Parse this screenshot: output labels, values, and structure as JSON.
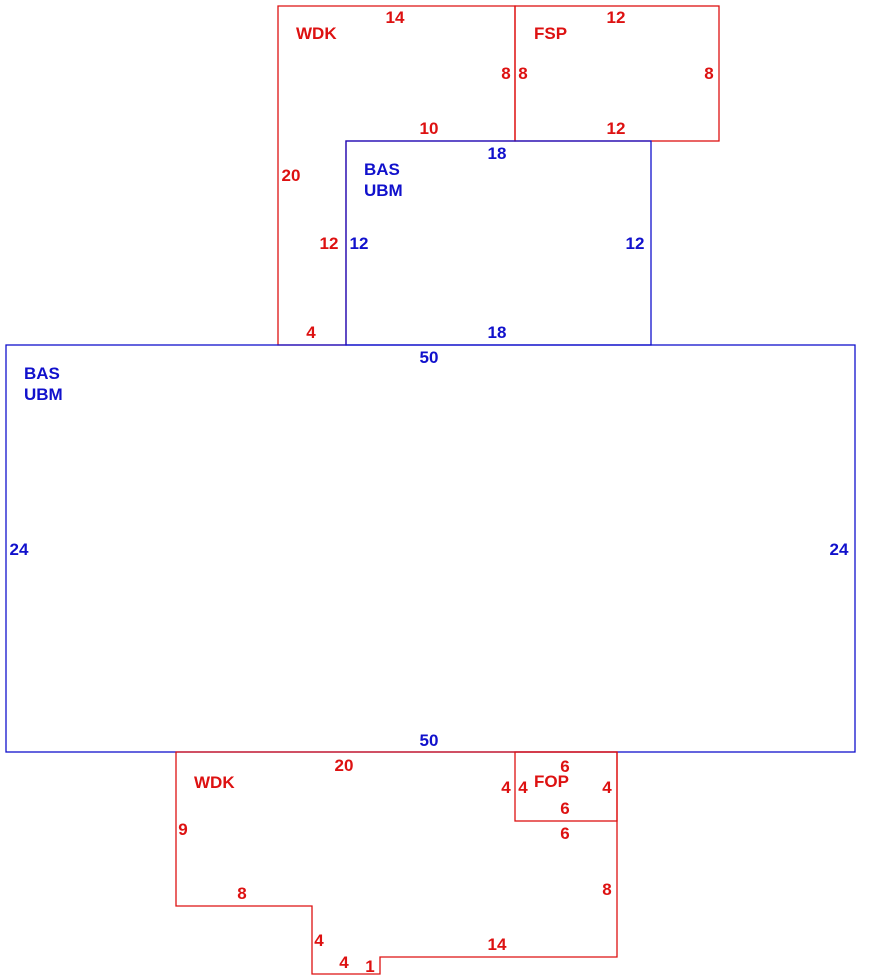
{
  "colors": {
    "red": "#dd1111",
    "blue": "#1111cc"
  },
  "areas": {
    "wdk_top": {
      "code": "WDK"
    },
    "fsp": {
      "code": "FSP"
    },
    "bas_upper": {
      "code1": "BAS",
      "code2": "UBM"
    },
    "bas_main": {
      "code1": "BAS",
      "code2": "UBM"
    },
    "wdk_bottom": {
      "code": "WDK"
    },
    "fop": {
      "code": "FOP"
    }
  },
  "dimensions": {
    "wdk_top_top": "14",
    "wdk_top_right": "8",
    "wdk_top_bottom": "10",
    "wdk_top_left": "20",
    "wdk_top_inner": "12",
    "wdk_top_foot": "4",
    "fsp_top": "12",
    "fsp_left": "8",
    "fsp_right": "8",
    "fsp_bottom": "12",
    "bas_upper_top": "18",
    "bas_upper_left": "12",
    "bas_upper_right": "12",
    "bas_upper_bottom": "18",
    "bas_main_top": "50",
    "bas_main_left": "24",
    "bas_main_right": "24",
    "bas_main_bottom": "50",
    "wdk_bottom_top": "20",
    "wdk_bottom_left": "9",
    "wdk_bottom_step": "8",
    "wdk_bottom_drop": "4",
    "wdk_bottom_notch": "4",
    "wdk_bottom_tick": "1",
    "wdk_bottom_base": "14",
    "wdk_bottom_right": "8",
    "wdk_bottom_fop_under": "6",
    "fop_top": "6",
    "fop_left_outer": "4",
    "fop_left": "4",
    "fop_right": "4",
    "fop_bottom": "6"
  }
}
